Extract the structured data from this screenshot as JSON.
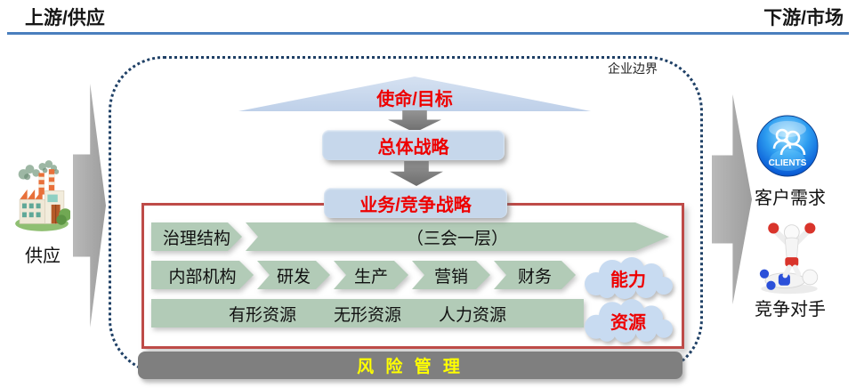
{
  "header": {
    "left": "上游/供应",
    "right": "下游/市场"
  },
  "boundary": {
    "label": "企业边界"
  },
  "strategy": {
    "mission": "使命/目标",
    "overall": "总体战略",
    "business": "业务/竞争战略"
  },
  "governance_row": {
    "label": "治理结构",
    "value": "（三会一层）"
  },
  "department_row": {
    "items": [
      "内部机构",
      "研发",
      "生产",
      "营销",
      "财务"
    ]
  },
  "resource_row": {
    "items": [
      "有形资源",
      "无形资源",
      "人力资源"
    ]
  },
  "clouds": {
    "capability": "能力",
    "resources": "资源"
  },
  "risk": {
    "label": "风 险 管 理"
  },
  "supply": {
    "label": "供应",
    "icon": "factory-icon"
  },
  "market": {
    "clients_badge": "CLIENTS",
    "customer_label": "客户需求",
    "competitor_label": "竞争对手",
    "icons": [
      "clients-sphere-icon",
      "boxing-figures-icon"
    ]
  },
  "colors": {
    "red_text": "#EE0000",
    "box_blue": "#C6D7EB",
    "bar_green": "#B2CBB7",
    "frame_red": "#BE4B48",
    "boundary_navy": "#1F4066",
    "divider_blue": "#4A7FBE",
    "risk_gray": "#7F7F7F",
    "risk_yellow": "#FFFF00",
    "arrow_gray": "#A9A9A9"
  }
}
